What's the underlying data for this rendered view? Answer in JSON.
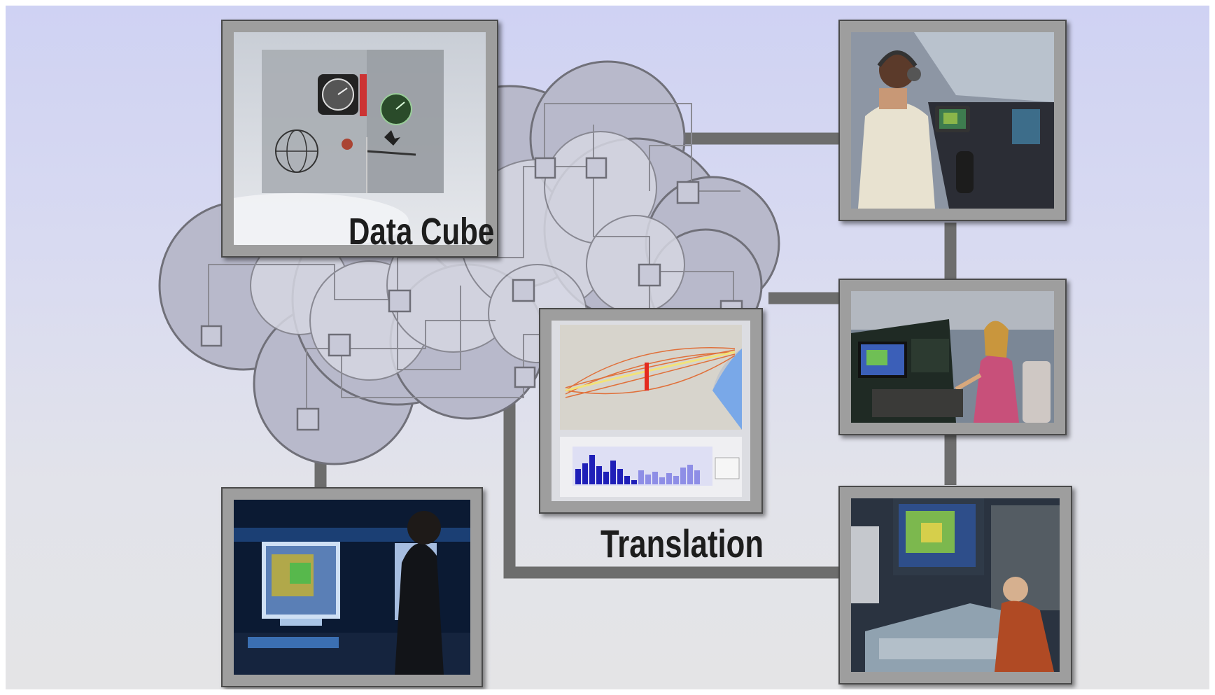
{
  "labels": {
    "data_cube": "Data Cube",
    "translation": "Translation"
  },
  "colors": {
    "background_top": "#cfd2f3",
    "background_bottom": "#e4e4e6",
    "cloud_fill": "#b9bacb",
    "connector": "#6c6c6c",
    "panel_frame": "#9e9e9e"
  },
  "panels": [
    {
      "name": "data-cube-panel",
      "depicts": "data-cube-weather-instruments"
    },
    {
      "name": "pilot-cockpit-panel",
      "depicts": "pilot-with-weather-display"
    },
    {
      "name": "tower-controller-panel",
      "depicts": "tower-controller-with-radar"
    },
    {
      "name": "translation-panel",
      "depicts": "flight-routes-map-and-histogram"
    },
    {
      "name": "weather-forecaster-panel",
      "depicts": "forecaster-at-weather-monitors"
    },
    {
      "name": "dispatcher-console-panel",
      "depicts": "operator-at-console"
    }
  ]
}
